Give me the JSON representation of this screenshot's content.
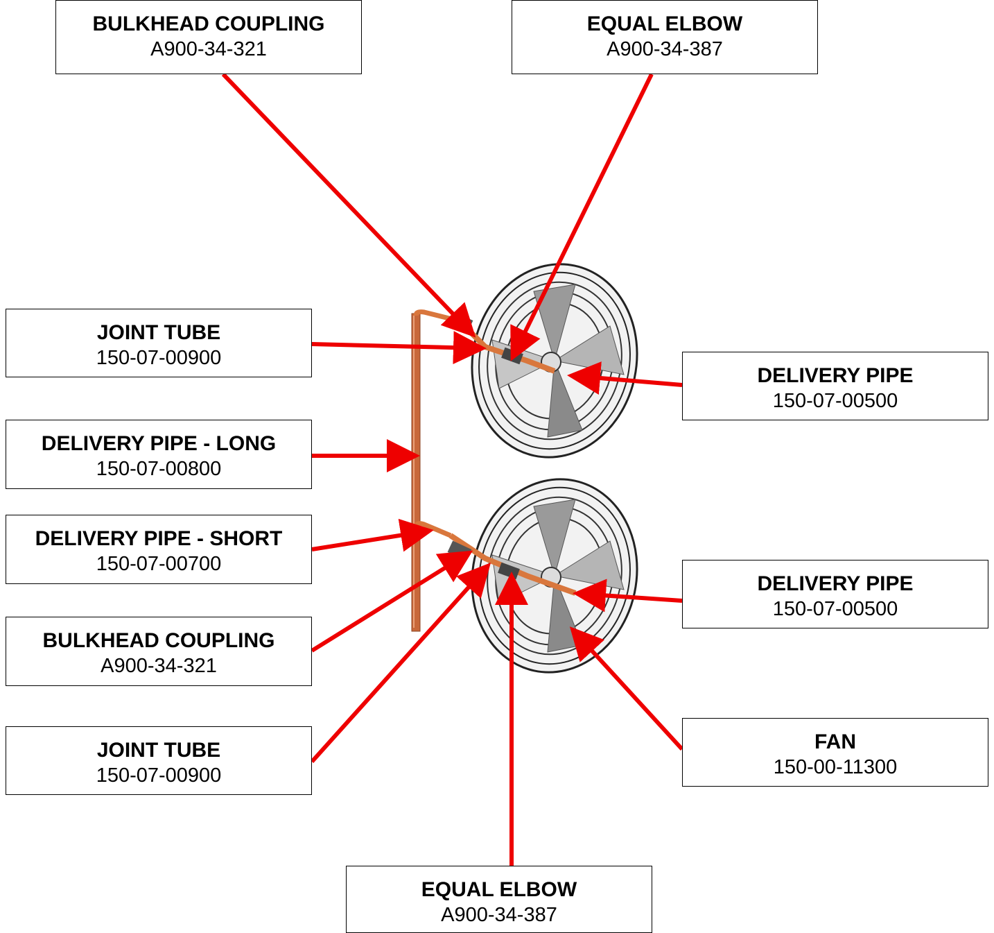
{
  "labels": [
    {
      "id": "bulkhead-coupling-top",
      "name": "BULKHEAD COUPLING",
      "part": "A900-34-321"
    },
    {
      "id": "equal-elbow-top",
      "name": "EQUAL ELBOW",
      "part": "A900-34-387"
    },
    {
      "id": "joint-tube-upper",
      "name": "JOINT TUBE",
      "part": "150-07-00900"
    },
    {
      "id": "delivery-pipe-upper",
      "name": "DELIVERY PIPE",
      "part": "150-07-00500"
    },
    {
      "id": "delivery-pipe-long",
      "name": "DELIVERY PIPE - LONG",
      "part": "150-07-00800"
    },
    {
      "id": "delivery-pipe-short",
      "name": "DELIVERY PIPE - SHORT",
      "part": "150-07-00700"
    },
    {
      "id": "delivery-pipe-lower",
      "name": "DELIVERY PIPE",
      "part": "150-07-00500"
    },
    {
      "id": "bulkhead-coupling-lower",
      "name": "BULKHEAD COUPLING",
      "part": "A900-34-321"
    },
    {
      "id": "fan",
      "name": "FAN",
      "part": "150-00-11300"
    },
    {
      "id": "joint-tube-lower",
      "name": "JOINT TUBE",
      "part": "150-07-00900"
    },
    {
      "id": "equal-elbow-bottom",
      "name": "EQUAL ELBOW",
      "part": "A900-34-387"
    }
  ],
  "colors": {
    "arrow": "#ee0000",
    "pipe": "#d9773d",
    "fan_guard": "#222222",
    "blade": "#9a9a9a"
  }
}
